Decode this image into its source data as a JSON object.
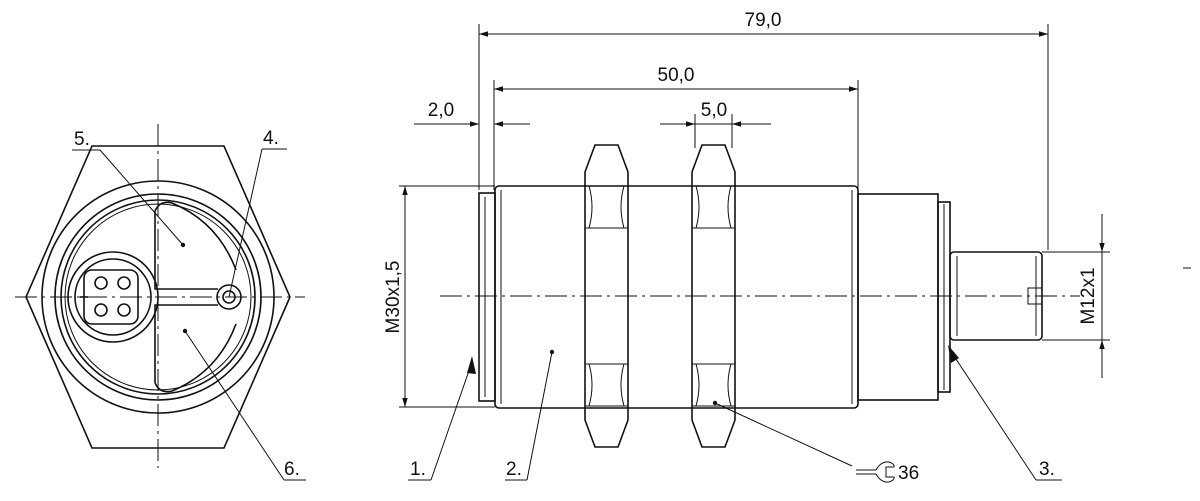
{
  "dimensions": {
    "overall_length": "79,0",
    "housing_length": "50,0",
    "nut_width": "5,0",
    "flange": "2,0",
    "thread_main": "M30x1,5",
    "thread_connector": "M12x1"
  },
  "callouts": {
    "c1": "1.",
    "c2": "2.",
    "c3": "3.",
    "c4": "4.",
    "c5": "5.",
    "c6": "6."
  },
  "wrench_size": "36",
  "icons": {
    "wrench": "wrench-icon"
  }
}
